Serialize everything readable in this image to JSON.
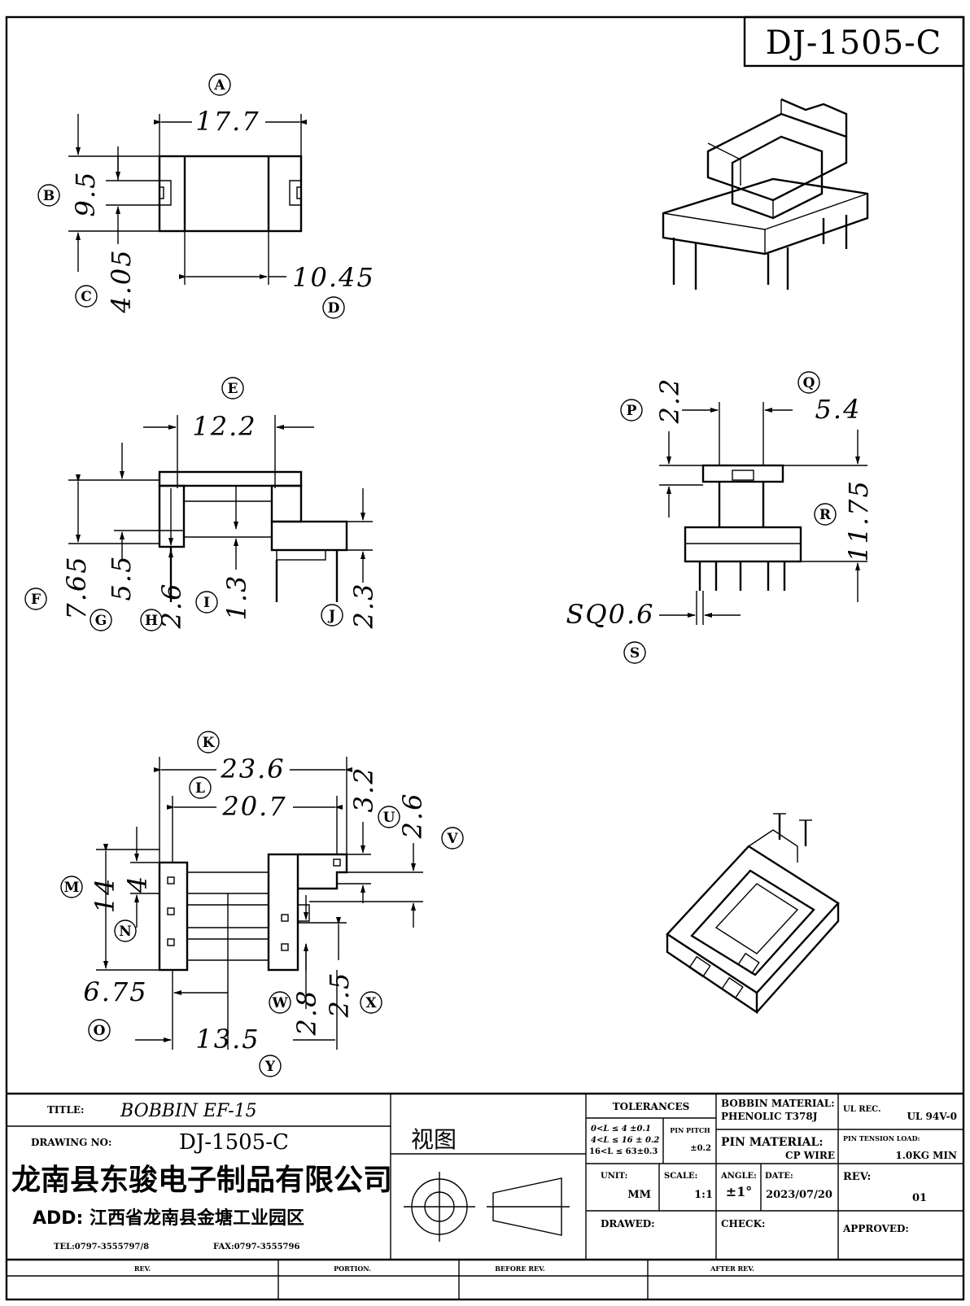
{
  "drawing_code": "DJ-1505-C",
  "views": {
    "top": {
      "dims": {
        "A": "17.7",
        "B": "9.5",
        "C": "4.05",
        "D": "10.45"
      }
    },
    "front": {
      "dims": {
        "E": "12.2",
        "F": "7.65",
        "G": "5.5",
        "H": "2.6",
        "I": "1.3",
        "J": "2.3"
      }
    },
    "side": {
      "dims": {
        "P": "2.2",
        "Q": "5.4",
        "R": "11.75",
        "S": "SQ0.6"
      }
    },
    "bottom": {
      "dims": {
        "K": "23.6",
        "L": "20.7",
        "M": "14",
        "N": "4",
        "O": "6.75",
        "U": "3.2",
        "V": "2.6",
        "W": "2.8",
        "X": "2.5",
        "Y": "13.5"
      }
    }
  },
  "title_block": {
    "title_label": "TITLE:",
    "title_value": "BOBBIN  EF-15",
    "drawing_no_label": "DRAWING NO:",
    "drawing_no_value": "DJ-1505-C",
    "view_label": "视图",
    "company_name": "龙南县东骏电子制品有限公司",
    "address": "ADD: 江西省龙南县金塘工业园区",
    "tel": "TEL:0797-3555797/8",
    "fax": "FAX:0797-3555796",
    "tolerances_label": "TOLERANCES",
    "tol_line1": "0<L ≤ 4 ±0.1",
    "tol_line2": "4<L ≤ 16 ± 0.2",
    "tol_line3": "16<L ≤ 63±0.3",
    "pin_pitch_label": "PIN PITCH",
    "pin_pitch_value": "±0.2",
    "unit_label": "UNIT:",
    "unit_value": "MM",
    "scale_label": "SCALE:",
    "scale_value": "1:1",
    "angle_label": "ANGLE:",
    "angle_value": "±1°",
    "date_label": "DATE:",
    "date_value": "2023/07/20",
    "bobbin_material_label": "BOBBIN MATERIAL:",
    "bobbin_material_value": "PHENOLIC  T378J",
    "pin_material_label": "PIN MATERIAL:",
    "pin_material_value": "CP WIRE",
    "ul_label": "UL REC.",
    "ul_value": "UL  94V-0",
    "pin_tension_label": "PIN TENSION LOAD:",
    "pin_tension_value": "1.0KG MIN",
    "rev_label": "REV:",
    "rev_value": "01",
    "drawed_label": "DRAWED:",
    "check_label": "CHECK:",
    "approved_label": "APPROVED:",
    "rev_col": "REV.",
    "portion_col": "PORTION.",
    "before_rev_col": "BEFORE REV.",
    "after_rev_col": "AFTER REV."
  }
}
